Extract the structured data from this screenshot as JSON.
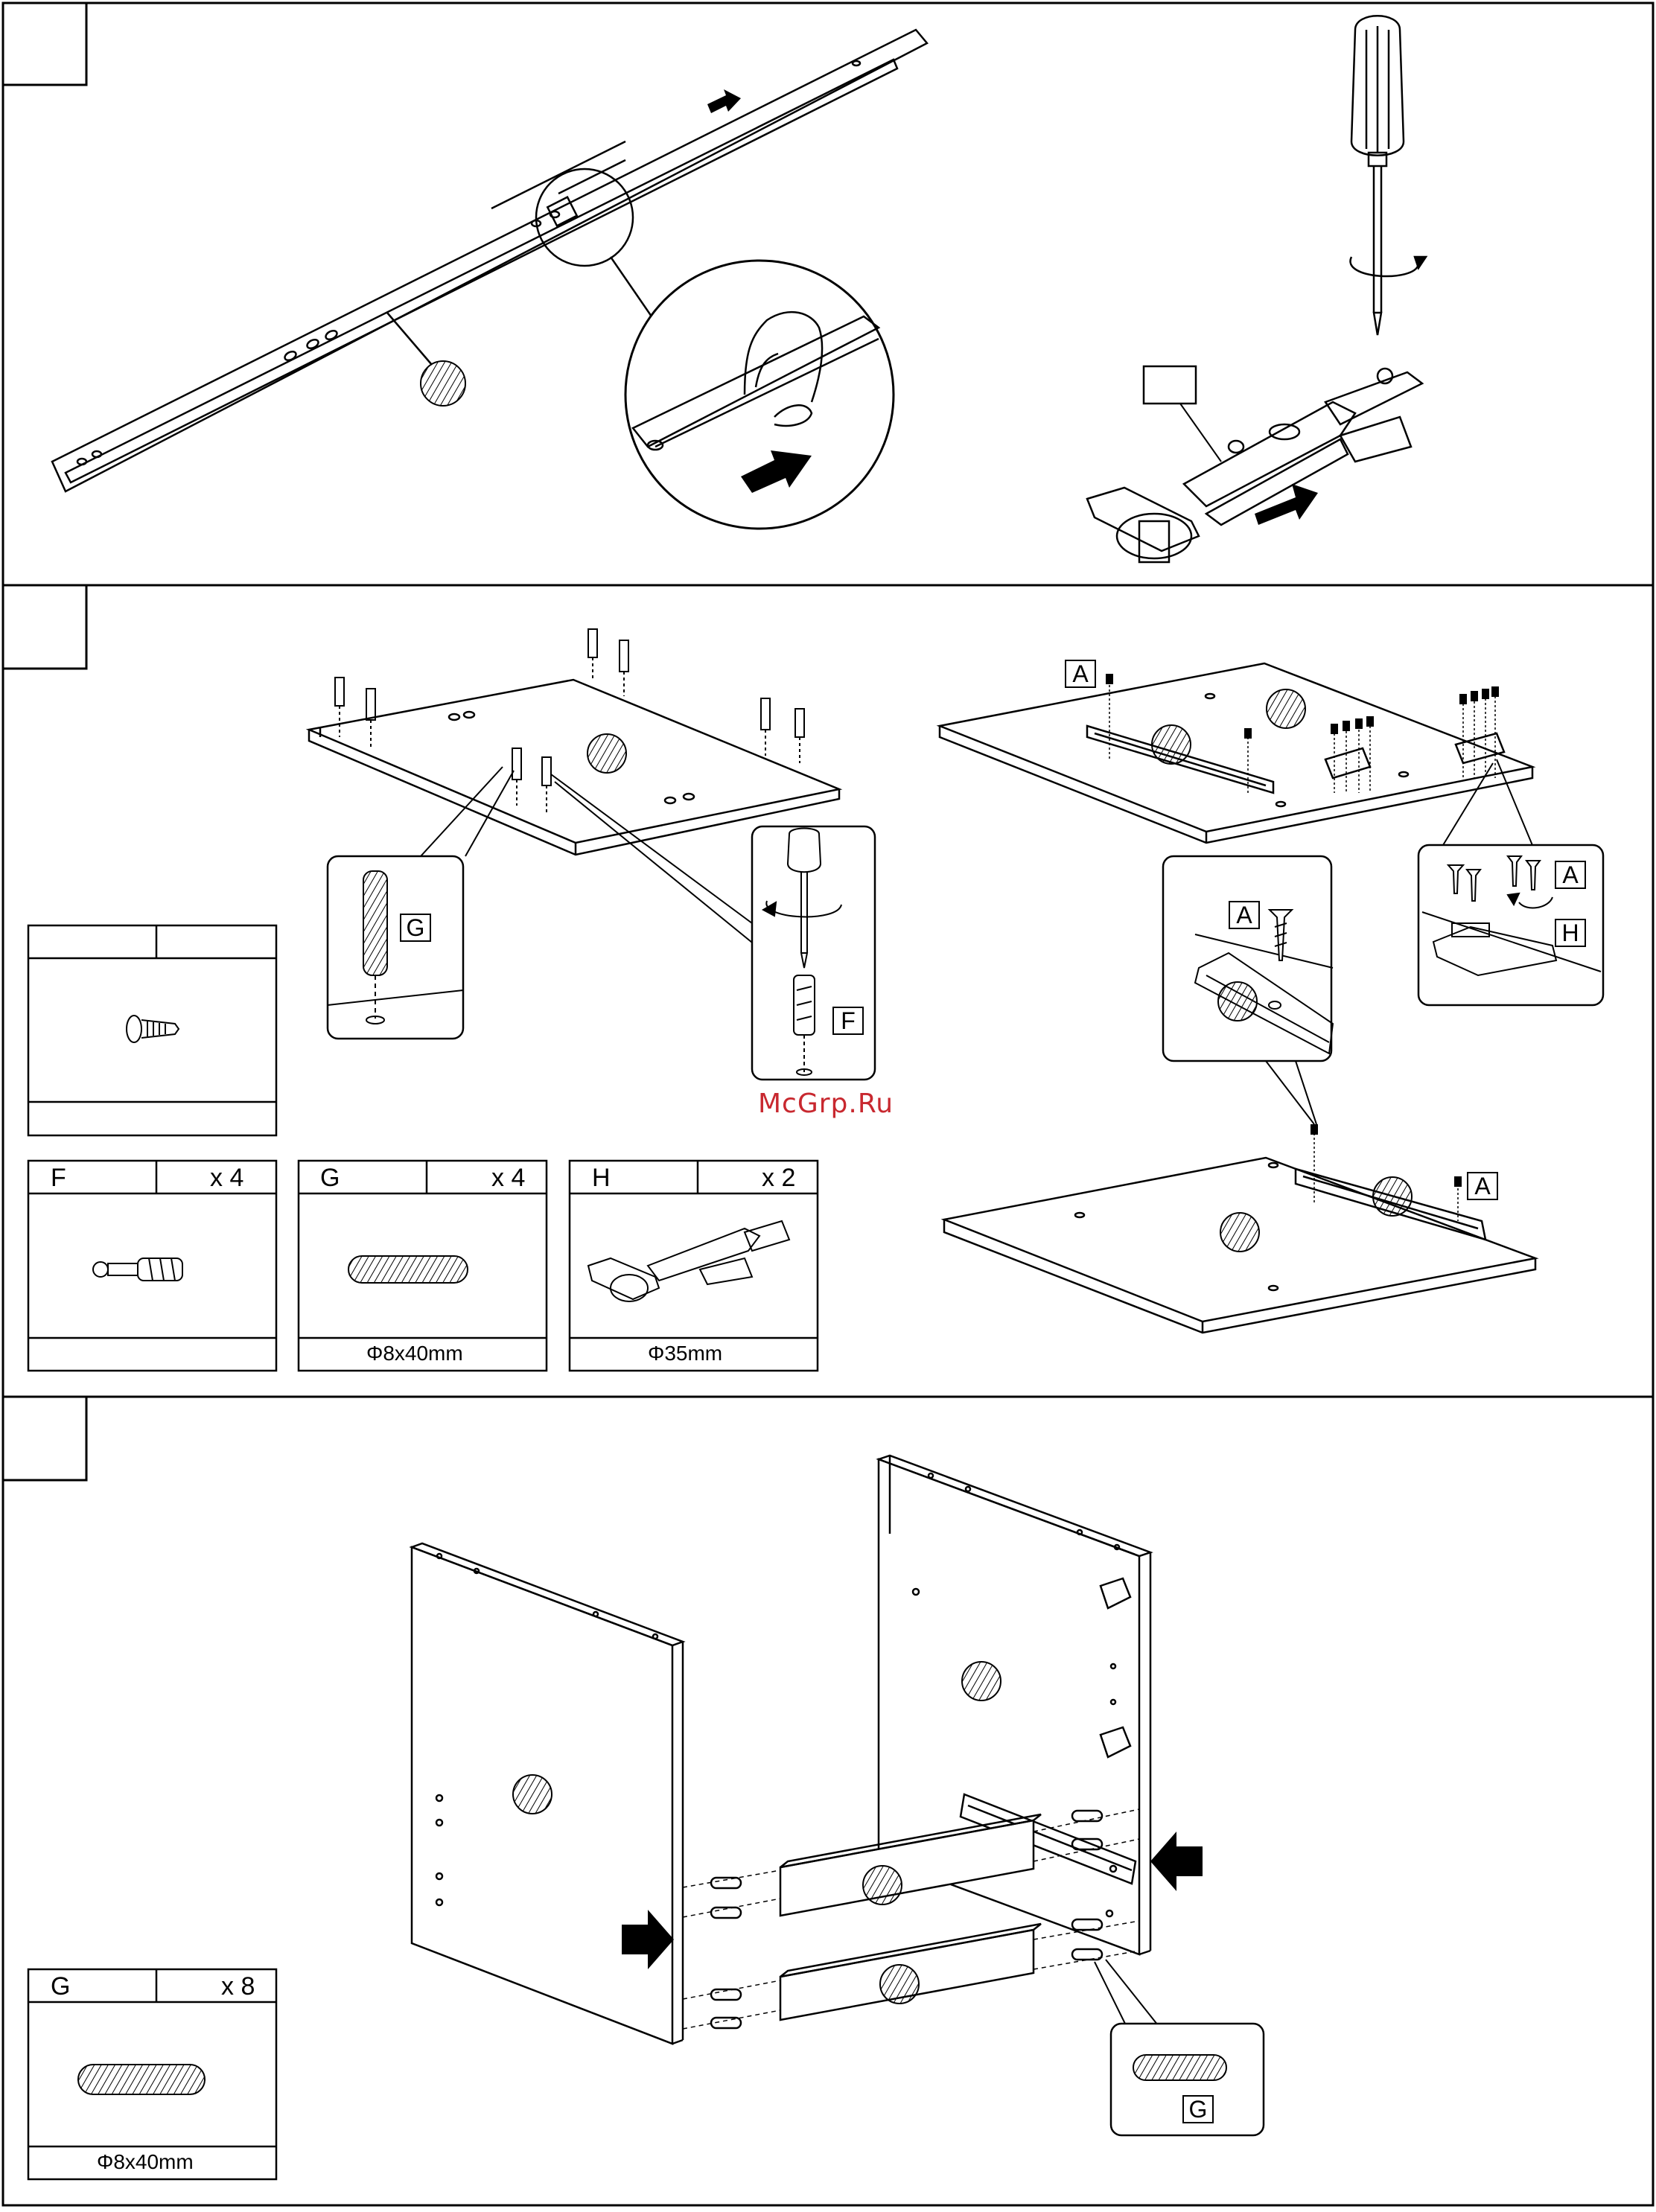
{
  "watermark": "McGrp.Ru",
  "parts": {
    "F": {
      "letter": "F",
      "qty": "x 4",
      "dim": ""
    },
    "G_top": {
      "letter": "G",
      "qty": "x 4",
      "dim": "Φ8x40mm"
    },
    "H": {
      "letter": "H",
      "qty": "x 2",
      "dim": "Φ35mm"
    },
    "G_bottom": {
      "letter": "G",
      "qty": "x 8",
      "dim": "Φ8x40mm"
    }
  },
  "callouts": {
    "G1": "G",
    "F": "F",
    "A1": "A",
    "A2": "A",
    "A3": "A",
    "A4": "A",
    "H": "H",
    "G2": "G"
  }
}
